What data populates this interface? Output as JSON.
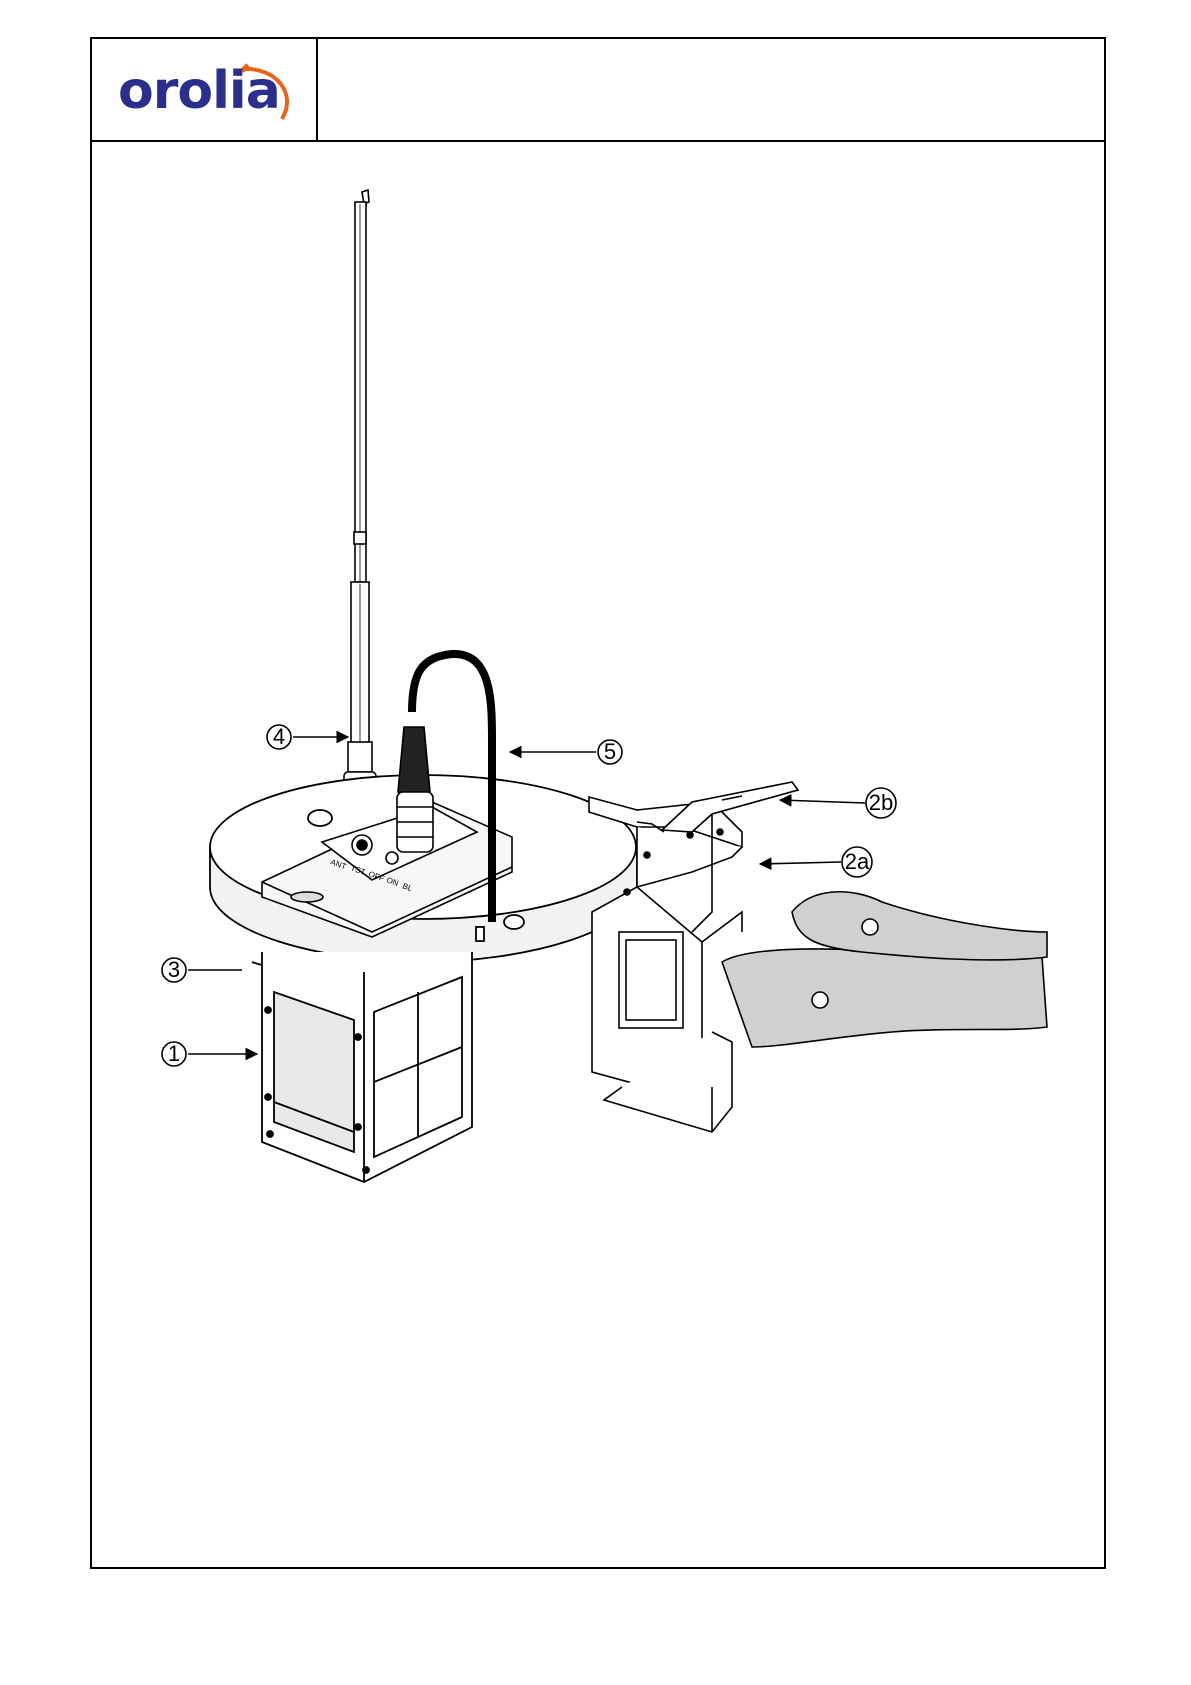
{
  "header": {
    "logo_text": "orolia",
    "title": ""
  },
  "callouts": {
    "c1": "1",
    "c2a": "2a",
    "c2b": "2b",
    "c3": "3",
    "c4": "4",
    "c5": "5"
  },
  "panel_labels": {
    "ant": "ANT",
    "tst": "TST",
    "off": "OFF",
    "on": "ON",
    "bl": "BL"
  },
  "colors": {
    "brand_blue": "#2b2f8c",
    "brand_orange": "#e8641b",
    "strap_gray": "#d0d0d0",
    "line": "#000000"
  }
}
